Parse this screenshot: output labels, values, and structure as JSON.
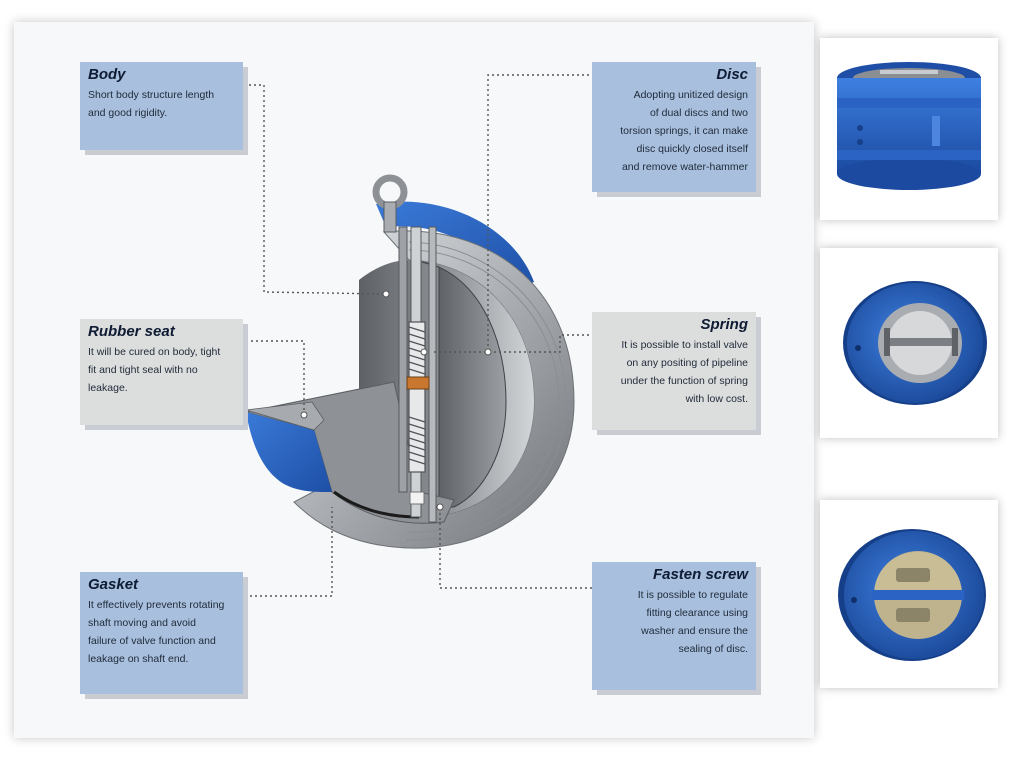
{
  "callouts": {
    "body": {
      "title": "Body",
      "lines": [
        "Short body structure length",
        "and good rigidity."
      ]
    },
    "rubber_seat": {
      "title": "Rubber seat",
      "lines": [
        "It will be cured on body, tight",
        "fit and tight seal with no",
        "leakage."
      ]
    },
    "gasket": {
      "title": "Gasket",
      "lines": [
        "It effectively prevents rotating",
        "shaft moving and avoid",
        "failure of valve function and",
        "leakage on shaft end."
      ]
    },
    "disc": {
      "title": "Disc",
      "lines": [
        "Adopting unitized design",
        "of dual discs and two",
        "torsion springs, it can make",
        "disc quickly closed itself",
        "and remove water-hammer"
      ]
    },
    "spring": {
      "title": "Spring",
      "lines": [
        "It is possible to install valve",
        "on any positing of pipeline",
        "under the function of spring",
        "with low cost."
      ]
    },
    "fasten_screw": {
      "title": "Fasten screw",
      "lines": [
        "It is possible to regulate",
        "fitting clearance using",
        "washer and ensure the",
        "sealing of disc."
      ]
    }
  },
  "colors": {
    "valve_blue": "#2a63c4",
    "callout_blue": "#a8bfde",
    "callout_gray": "#dcdddd",
    "leader_line": "#555555"
  },
  "thumbnails": [
    "valve-side-view",
    "valve-front-open-view",
    "valve-front-closed-view"
  ]
}
